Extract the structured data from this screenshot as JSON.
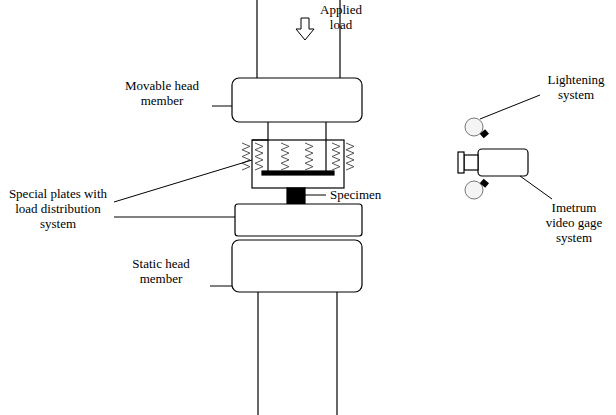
{
  "diagram": {
    "labels": [
      "Applied load",
      "Movable head member",
      "Special plates with load distribution system",
      "Specimen",
      "Static head member",
      "Lightening system",
      "Imetrum video gage system"
    ]
  }
}
